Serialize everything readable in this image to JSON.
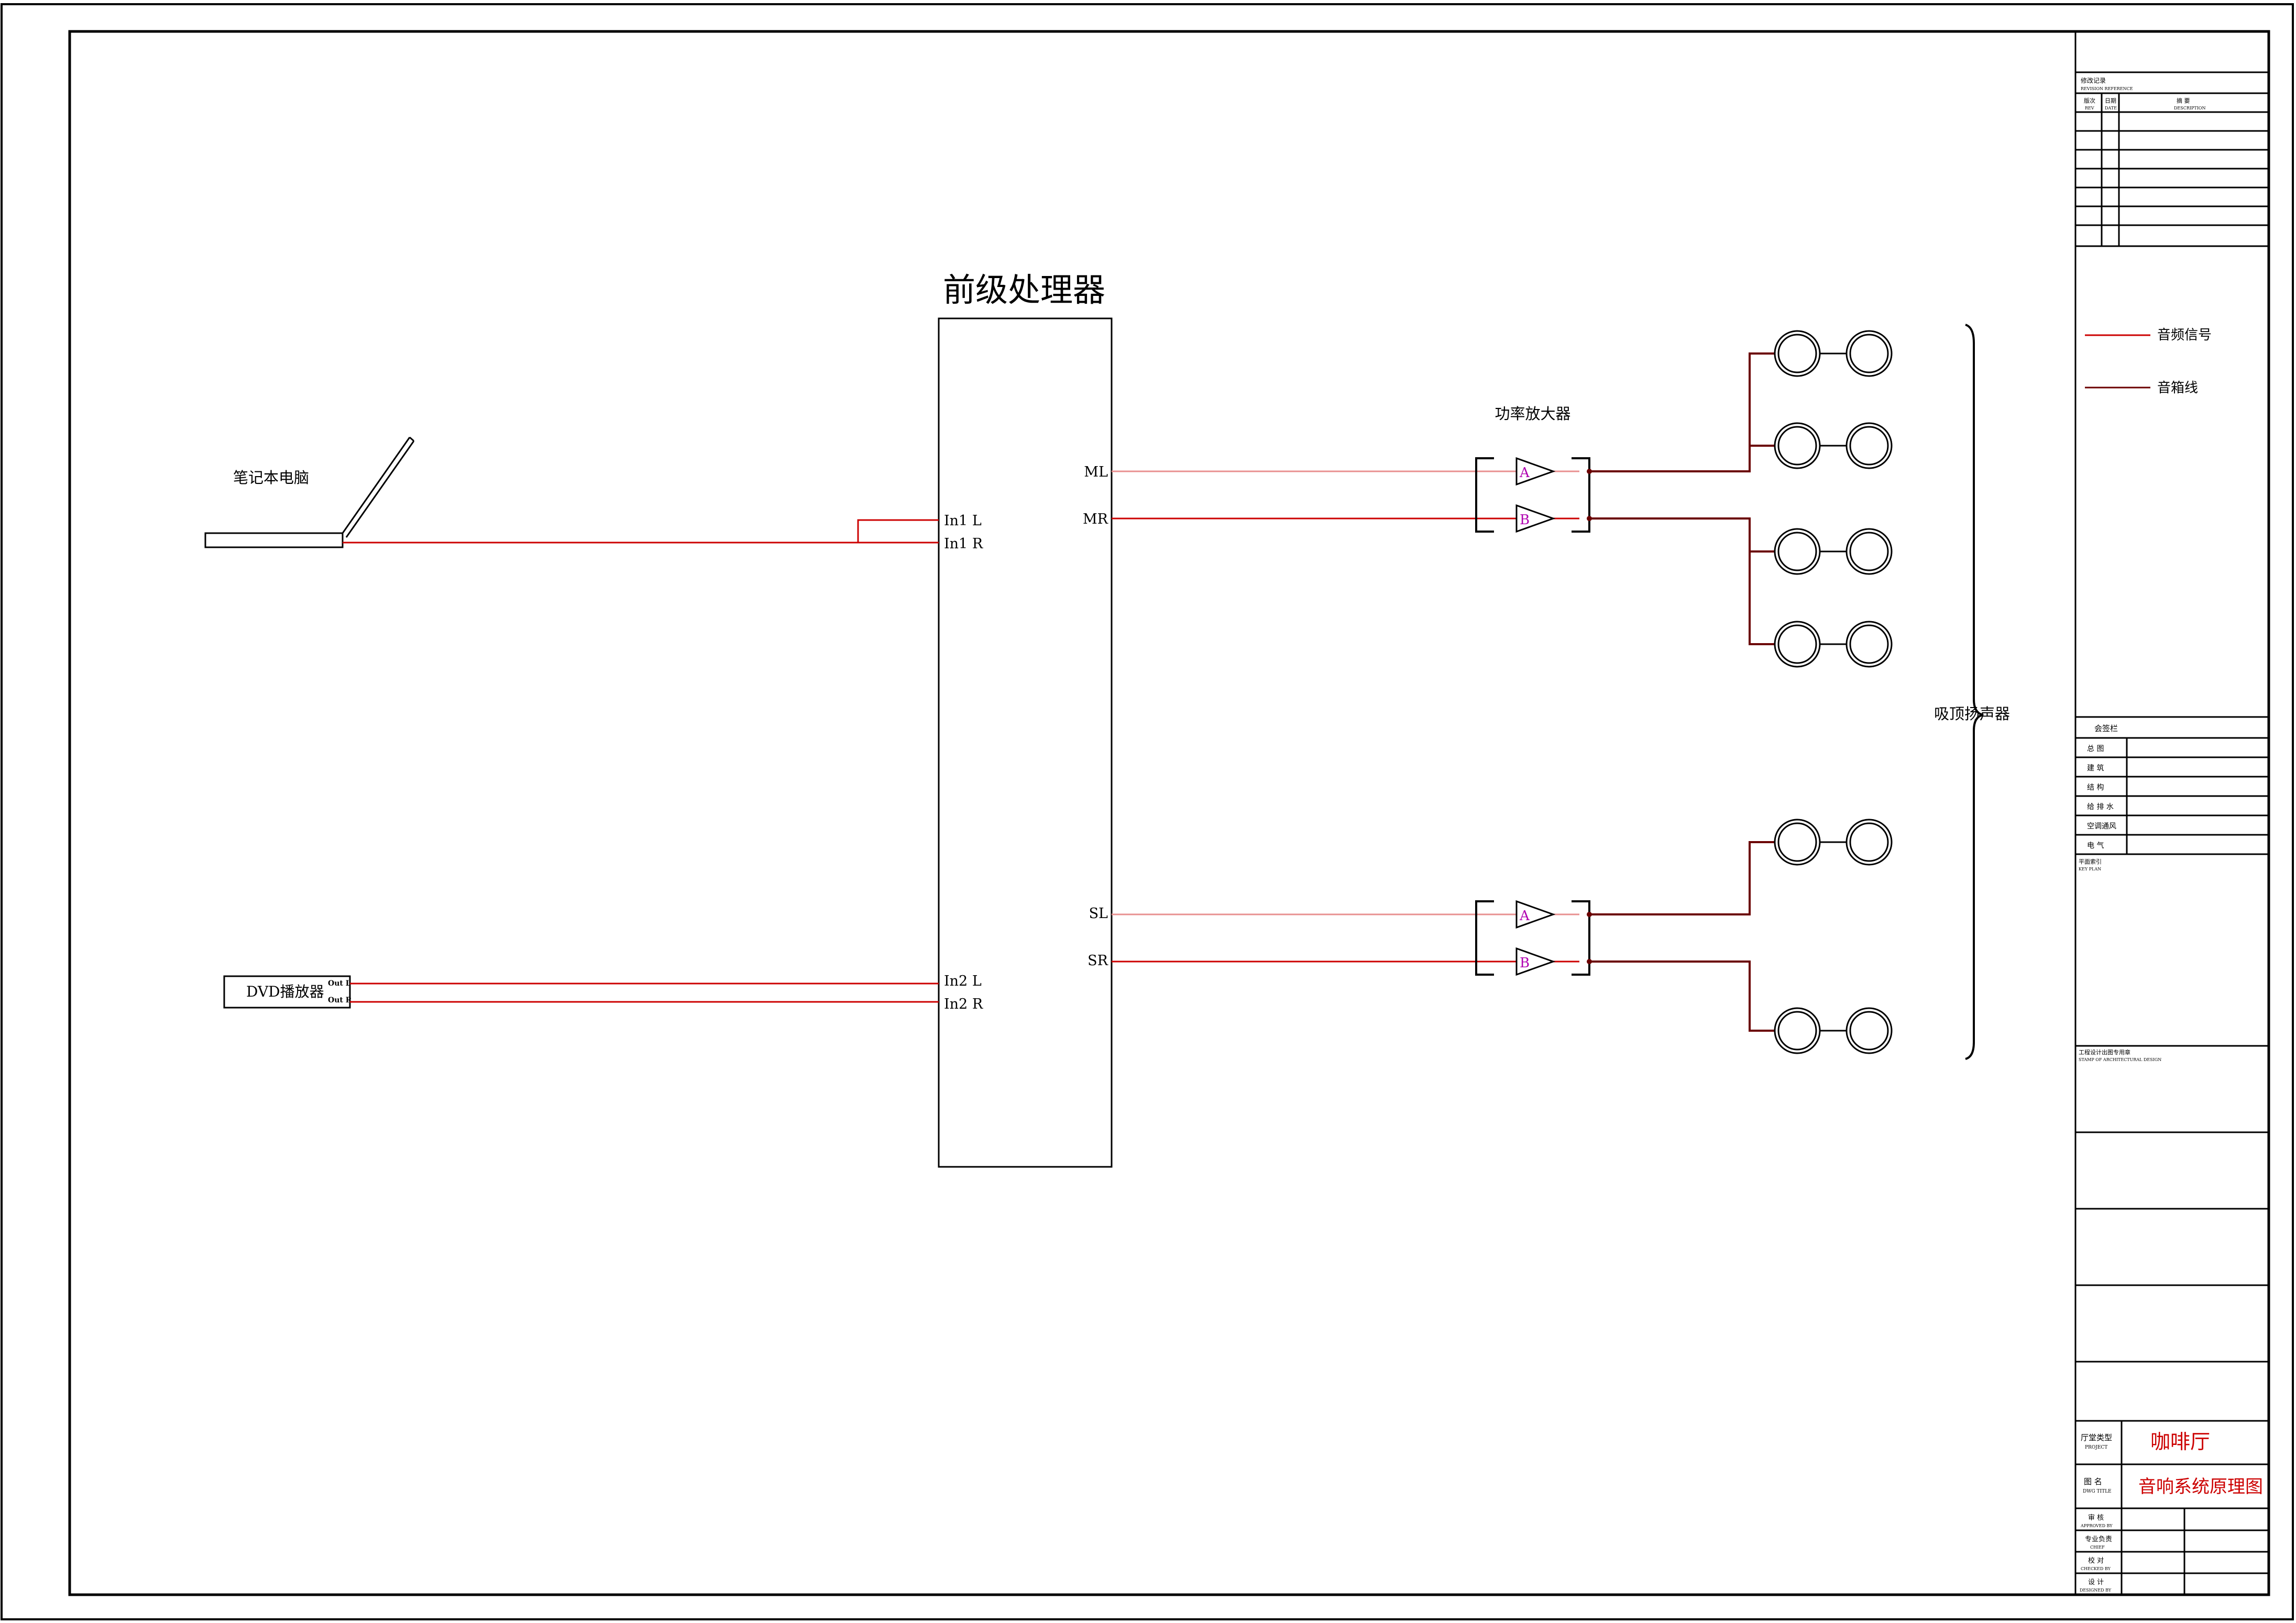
{
  "diagram": {
    "processor_title": "前级处理器",
    "laptop_label": "笔记本电脑",
    "dvd_label": "DVD播放器",
    "dvd_out_l": "Out L",
    "dvd_out_r": "Out R",
    "amp_label": "功率放大器",
    "speaker_group_label": "吸顶扬声器",
    "inputs": [
      "In1 L",
      "In1 R",
      "In2 L",
      "In2 R"
    ],
    "outputs": [
      "ML",
      "MR",
      "SL",
      "SR"
    ],
    "amp_channels": [
      "A",
      "B",
      "A",
      "B"
    ]
  },
  "legend": {
    "audio_signal": "音频信号",
    "speaker_wire": "音箱线"
  },
  "colors": {
    "frame": "#000000",
    "audio_signal": "#cc0000",
    "audio_signal_faint": "#e89090",
    "speaker_wire": "#6b0000",
    "amp_letter": "#b000b0",
    "title_red": "#cc0000"
  },
  "title_block": {
    "revision_header_cn": "修改记录",
    "revision_header_en": "REVISION REFERENCE",
    "rev_col_cn": "版次",
    "rev_col_en": "REV",
    "date_col_cn": "日期",
    "date_col_en": "DATE",
    "desc_col_cn": "摘  要",
    "desc_col_en": "DESCRIPTION",
    "sign_header": "会签栏",
    "sign_rows": [
      "总 图",
      "建 筑",
      "结 构",
      "给 排 水",
      "空调通风",
      "电 气"
    ],
    "key_plan_cn": "平面索引",
    "key_plan_en": "KEY PLAN",
    "stamp_cn": "工程设计出图专用章",
    "stamp_en": "STAMP OF ARCHITECTURAL DESIGN",
    "project_cn": "厅堂类型",
    "project_en": "PROJECT",
    "project_value": "咖啡厅",
    "drawing_title_cn": "图 名",
    "drawing_title_en": "DWG TITLE",
    "drawing_title_value": "音响系统原理图",
    "approved_cn": "审 核",
    "approved_en": "APPROVED BY",
    "chief_cn": "专业负责",
    "chief_en": "CHIEF",
    "checked_cn": "校 对",
    "checked_en": "CHECKED BY",
    "designed_cn": "设 计",
    "designed_en": "DESIGNED BY"
  }
}
